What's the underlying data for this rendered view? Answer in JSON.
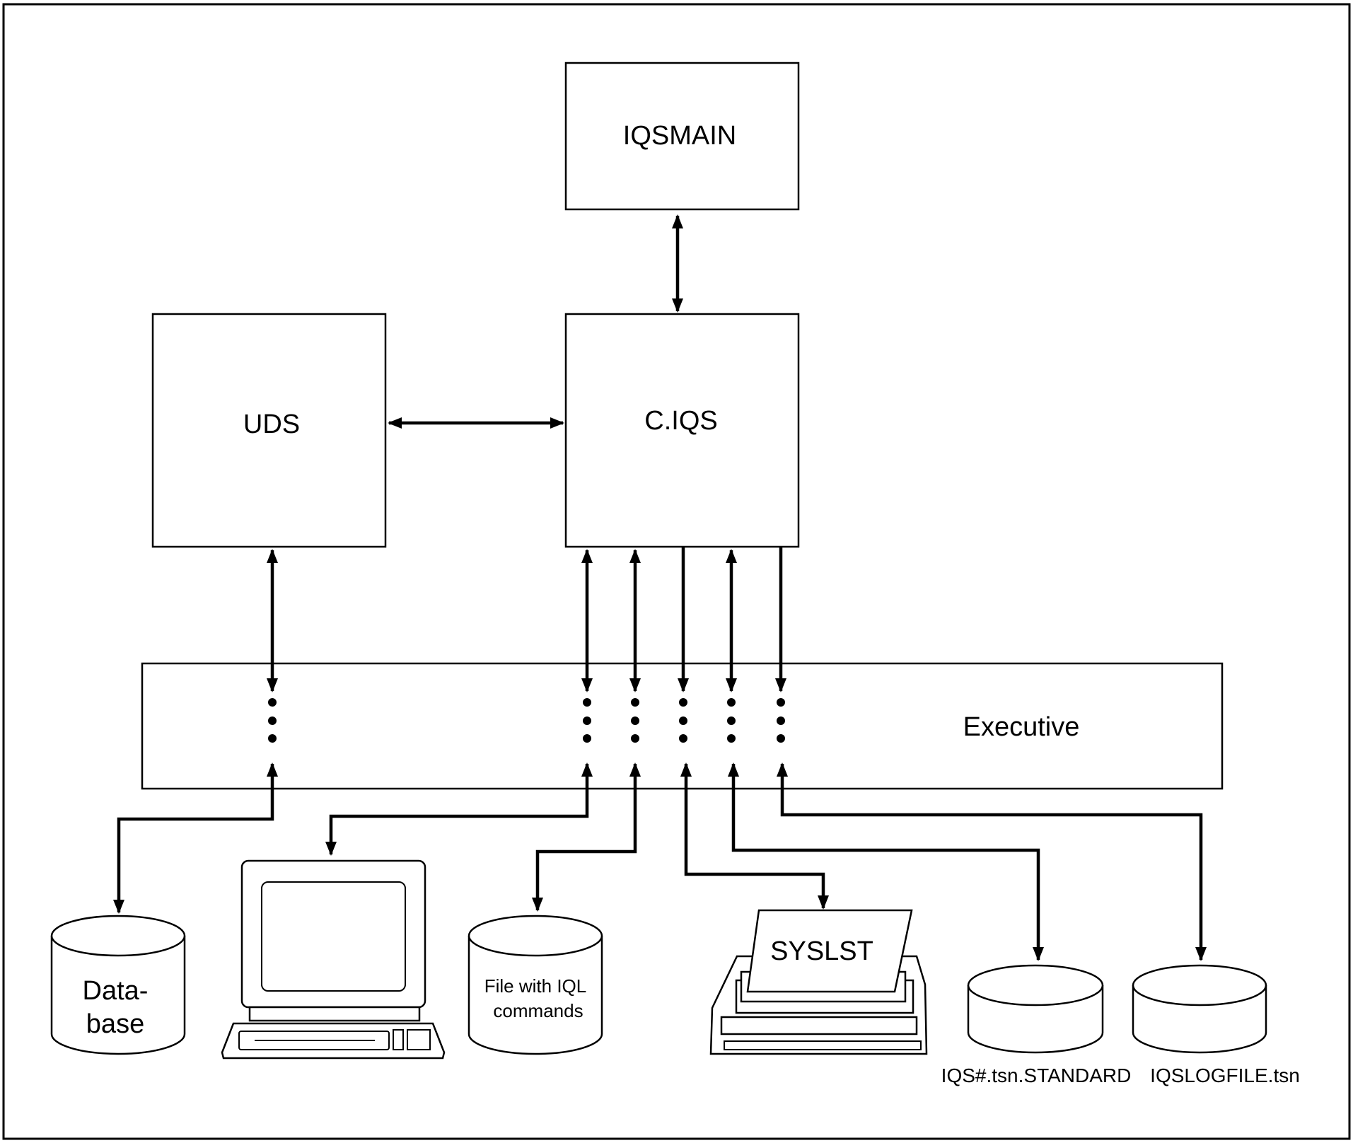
{
  "diagram": {
    "nodes": {
      "iqsmain": "IQSMAIN",
      "uds": "UDS",
      "ciqs": "C.IQS",
      "executive": "Executive"
    },
    "devices": {
      "database_line1": "Data-",
      "database_line2": "base",
      "iql_file_line1": "File with IQL",
      "iql_file_line2": "commands",
      "printer": "SYSLST",
      "standard_file": "IQS#.tsn.STANDARD",
      "logfile": "IQSLOGFILE.tsn"
    },
    "connections": [
      {
        "from": "IQSMAIN",
        "to": "C.IQS",
        "direction": "both"
      },
      {
        "from": "UDS",
        "to": "C.IQS",
        "direction": "both"
      },
      {
        "from": "UDS",
        "to": "Executive",
        "direction": "both"
      },
      {
        "from": "C.IQS",
        "to": "Executive",
        "direction": "both"
      },
      {
        "from": "C.IQS",
        "to": "Executive",
        "direction": "both"
      },
      {
        "from": "C.IQS",
        "to": "Executive",
        "direction": "forward"
      },
      {
        "from": "C.IQS",
        "to": "Executive",
        "direction": "both"
      },
      {
        "from": "C.IQS",
        "to": "Executive",
        "direction": "forward"
      },
      {
        "from": "Executive",
        "to": "Data-base",
        "direction": "both"
      },
      {
        "from": "Executive",
        "to": "terminal",
        "direction": "both"
      },
      {
        "from": "Executive",
        "to": "File with IQL commands",
        "direction": "both"
      },
      {
        "from": "Executive",
        "to": "SYSLST",
        "direction": "both"
      },
      {
        "from": "Executive",
        "to": "IQS#.tsn.STANDARD",
        "direction": "both"
      },
      {
        "from": "Executive",
        "to": "IQSLOGFILE.tsn",
        "direction": "both"
      }
    ],
    "icons": {
      "terminal": "terminal-icon",
      "printer": "printer-icon",
      "disk": "disk-icon"
    },
    "colors": {
      "line": "#000000",
      "background": "#ffffff"
    }
  }
}
